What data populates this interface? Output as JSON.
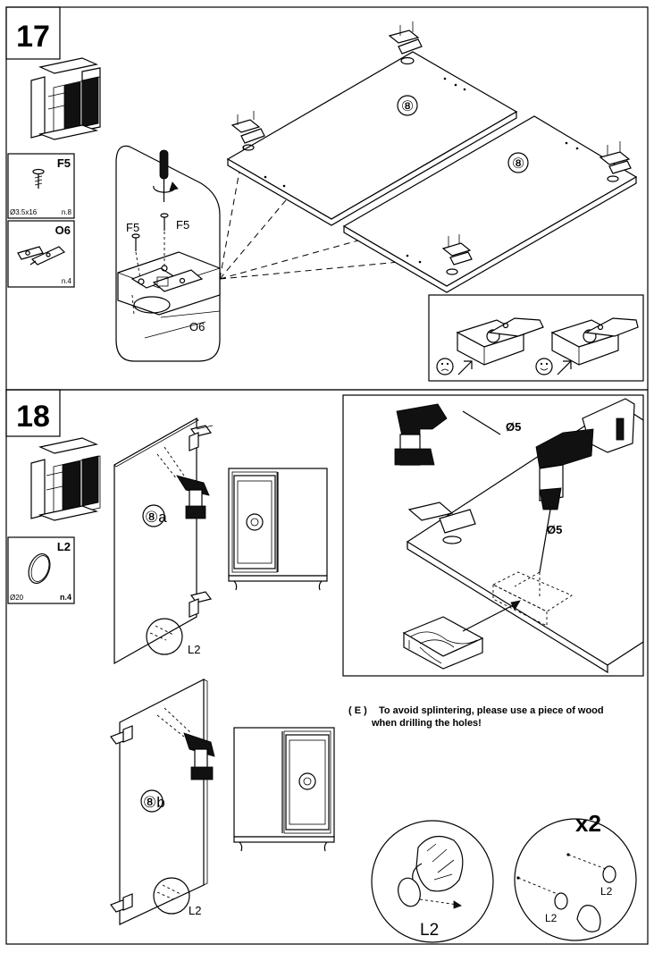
{
  "step17": {
    "number": "17",
    "parts": [
      {
        "code": "F5",
        "size": "Ø3.5x16",
        "qty": "n.8"
      },
      {
        "code": "O6",
        "size": "",
        "qty": "n.4"
      }
    ],
    "callout_labels": {
      "screw_left": "F5",
      "screw_right": "F5",
      "hinge": "O6"
    },
    "panel_markers": [
      "⑧",
      "⑧"
    ]
  },
  "step18": {
    "number": "18",
    "parts": [
      {
        "code": "L2",
        "size": "Ø20",
        "qty": "n.4"
      }
    ],
    "door_a_label": "⑧a",
    "door_b_label": "⑧b",
    "plug_labels": [
      "L2",
      "L2",
      "L2",
      "L2",
      "L2"
    ],
    "drill_bits": [
      "Ø5",
      "Ø5"
    ],
    "note": {
      "marker": "( E )",
      "line1": "To avoid splintering, please use a piece of wood",
      "line2": "when drilling the holes!"
    },
    "multiplier": "x2"
  }
}
